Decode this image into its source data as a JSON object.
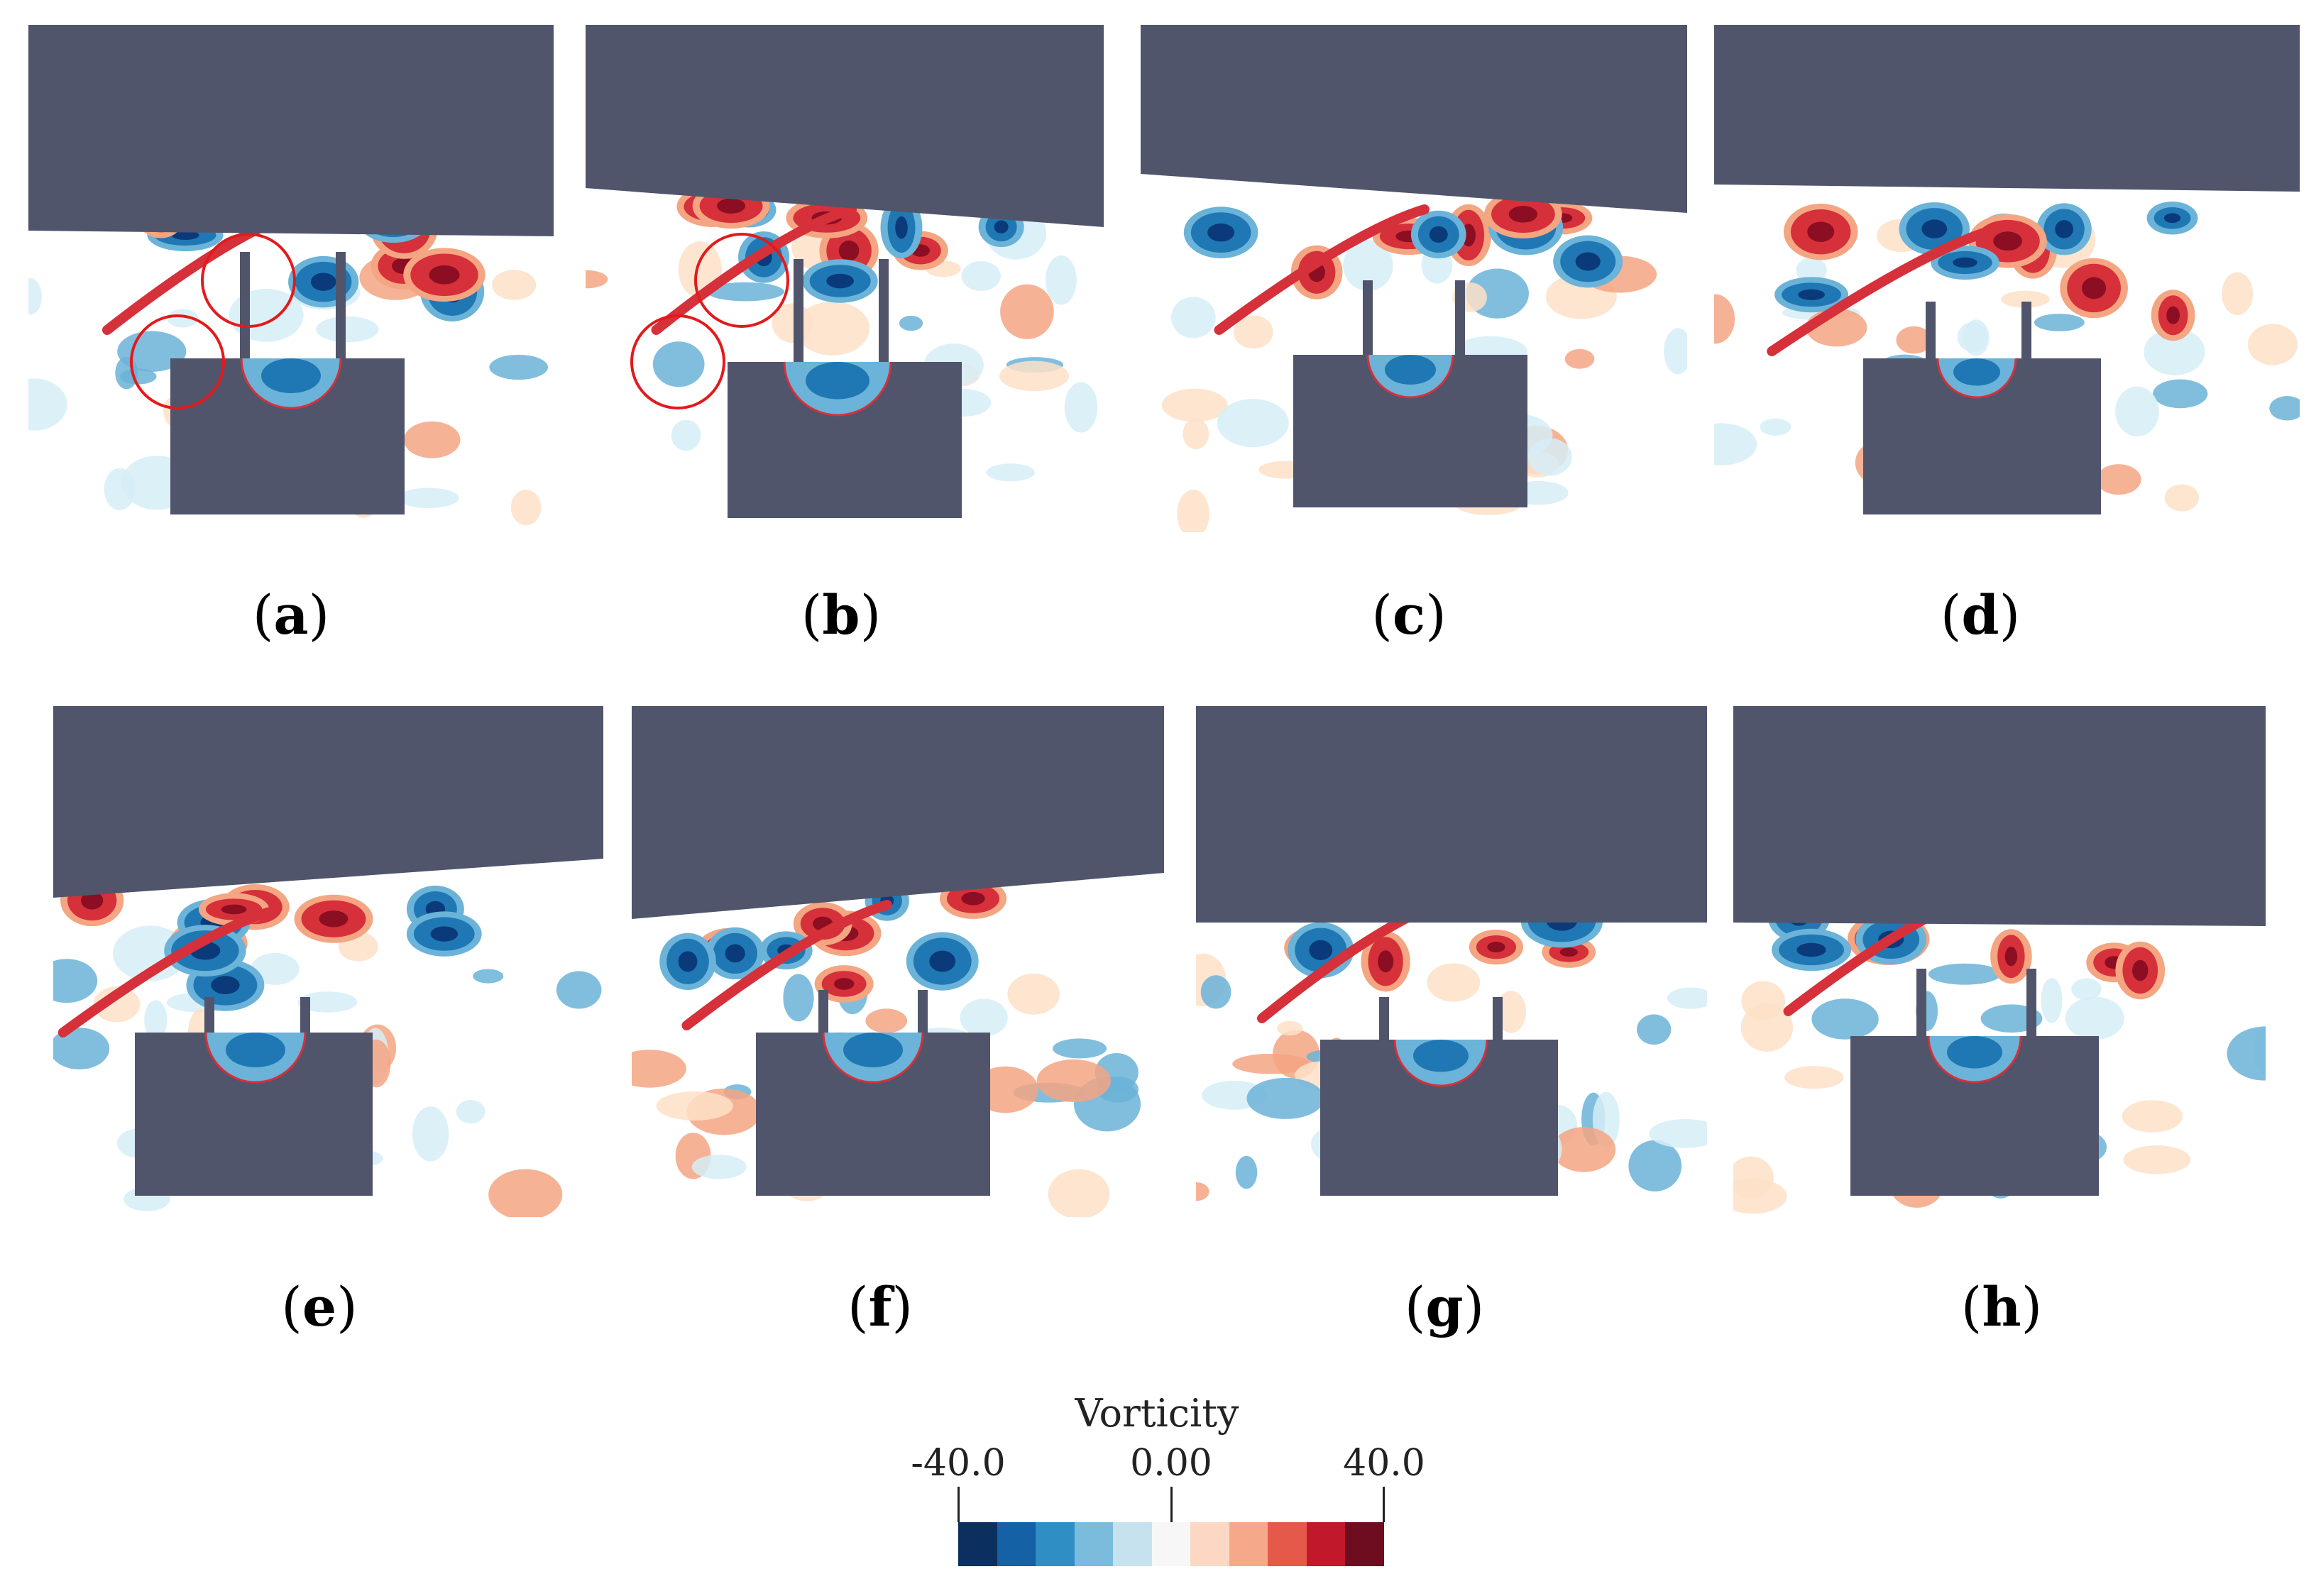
{
  "panels": [
    {
      "label": "a"
    },
    {
      "label": "b"
    },
    {
      "label": "c"
    },
    {
      "label": "d"
    },
    {
      "label": "e"
    },
    {
      "label": "f"
    },
    {
      "label": "g"
    },
    {
      "label": "h"
    }
  ],
  "colorbar": {
    "title": "Vorticity",
    "ticks": [
      "-40.0",
      "0.00",
      "40.0"
    ],
    "colors": [
      "#0b3060",
      "#1561a6",
      "#2f8ec4",
      "#7bbcdc",
      "#c6e2ef",
      "#f7f7f7",
      "#fcd8c4",
      "#f6a88a",
      "#e4594a",
      "#c2182b",
      "#6e0d20"
    ]
  },
  "colors": {
    "solid": "#50556b",
    "pos_weak": "#fde0c8",
    "pos_mid": "#f4a582",
    "pos_strong": "#d6303a",
    "pos_core": "#8c0e22",
    "neg_weak": "#d6edf7",
    "neg_mid": "#6bb3d8",
    "neg_strong": "#1f78b4",
    "neg_core": "#0a3a7a",
    "circle": "#e31a1c"
  }
}
